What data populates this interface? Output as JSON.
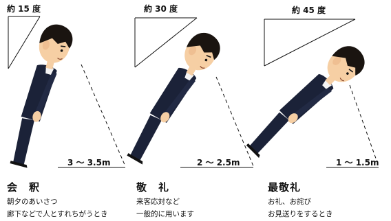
{
  "panels": [
    {
      "angle": "約 15 度",
      "distance": "3 〜 3.5m",
      "title": "会　釈",
      "desc": [
        "朝夕のあいさつ",
        "廊下などで人とすれちがうとき"
      ]
    },
    {
      "angle": "約 30 度",
      "distance": "2 〜 2.5m",
      "title": "敬　礼",
      "desc": [
        "来客応対など",
        "一般的に用います"
      ]
    },
    {
      "angle": "約 45 度",
      "distance": "1 〜 1.5m",
      "title": "最敬礼",
      "desc": [
        "お礼、お詫び",
        "お見送りをするとき"
      ]
    }
  ],
  "colors": {
    "suit": "#1b2238",
    "hair": "#1a1410",
    "skin": "#f6cfa4",
    "shirt": "#f4f4f4",
    "line": "#111111"
  }
}
